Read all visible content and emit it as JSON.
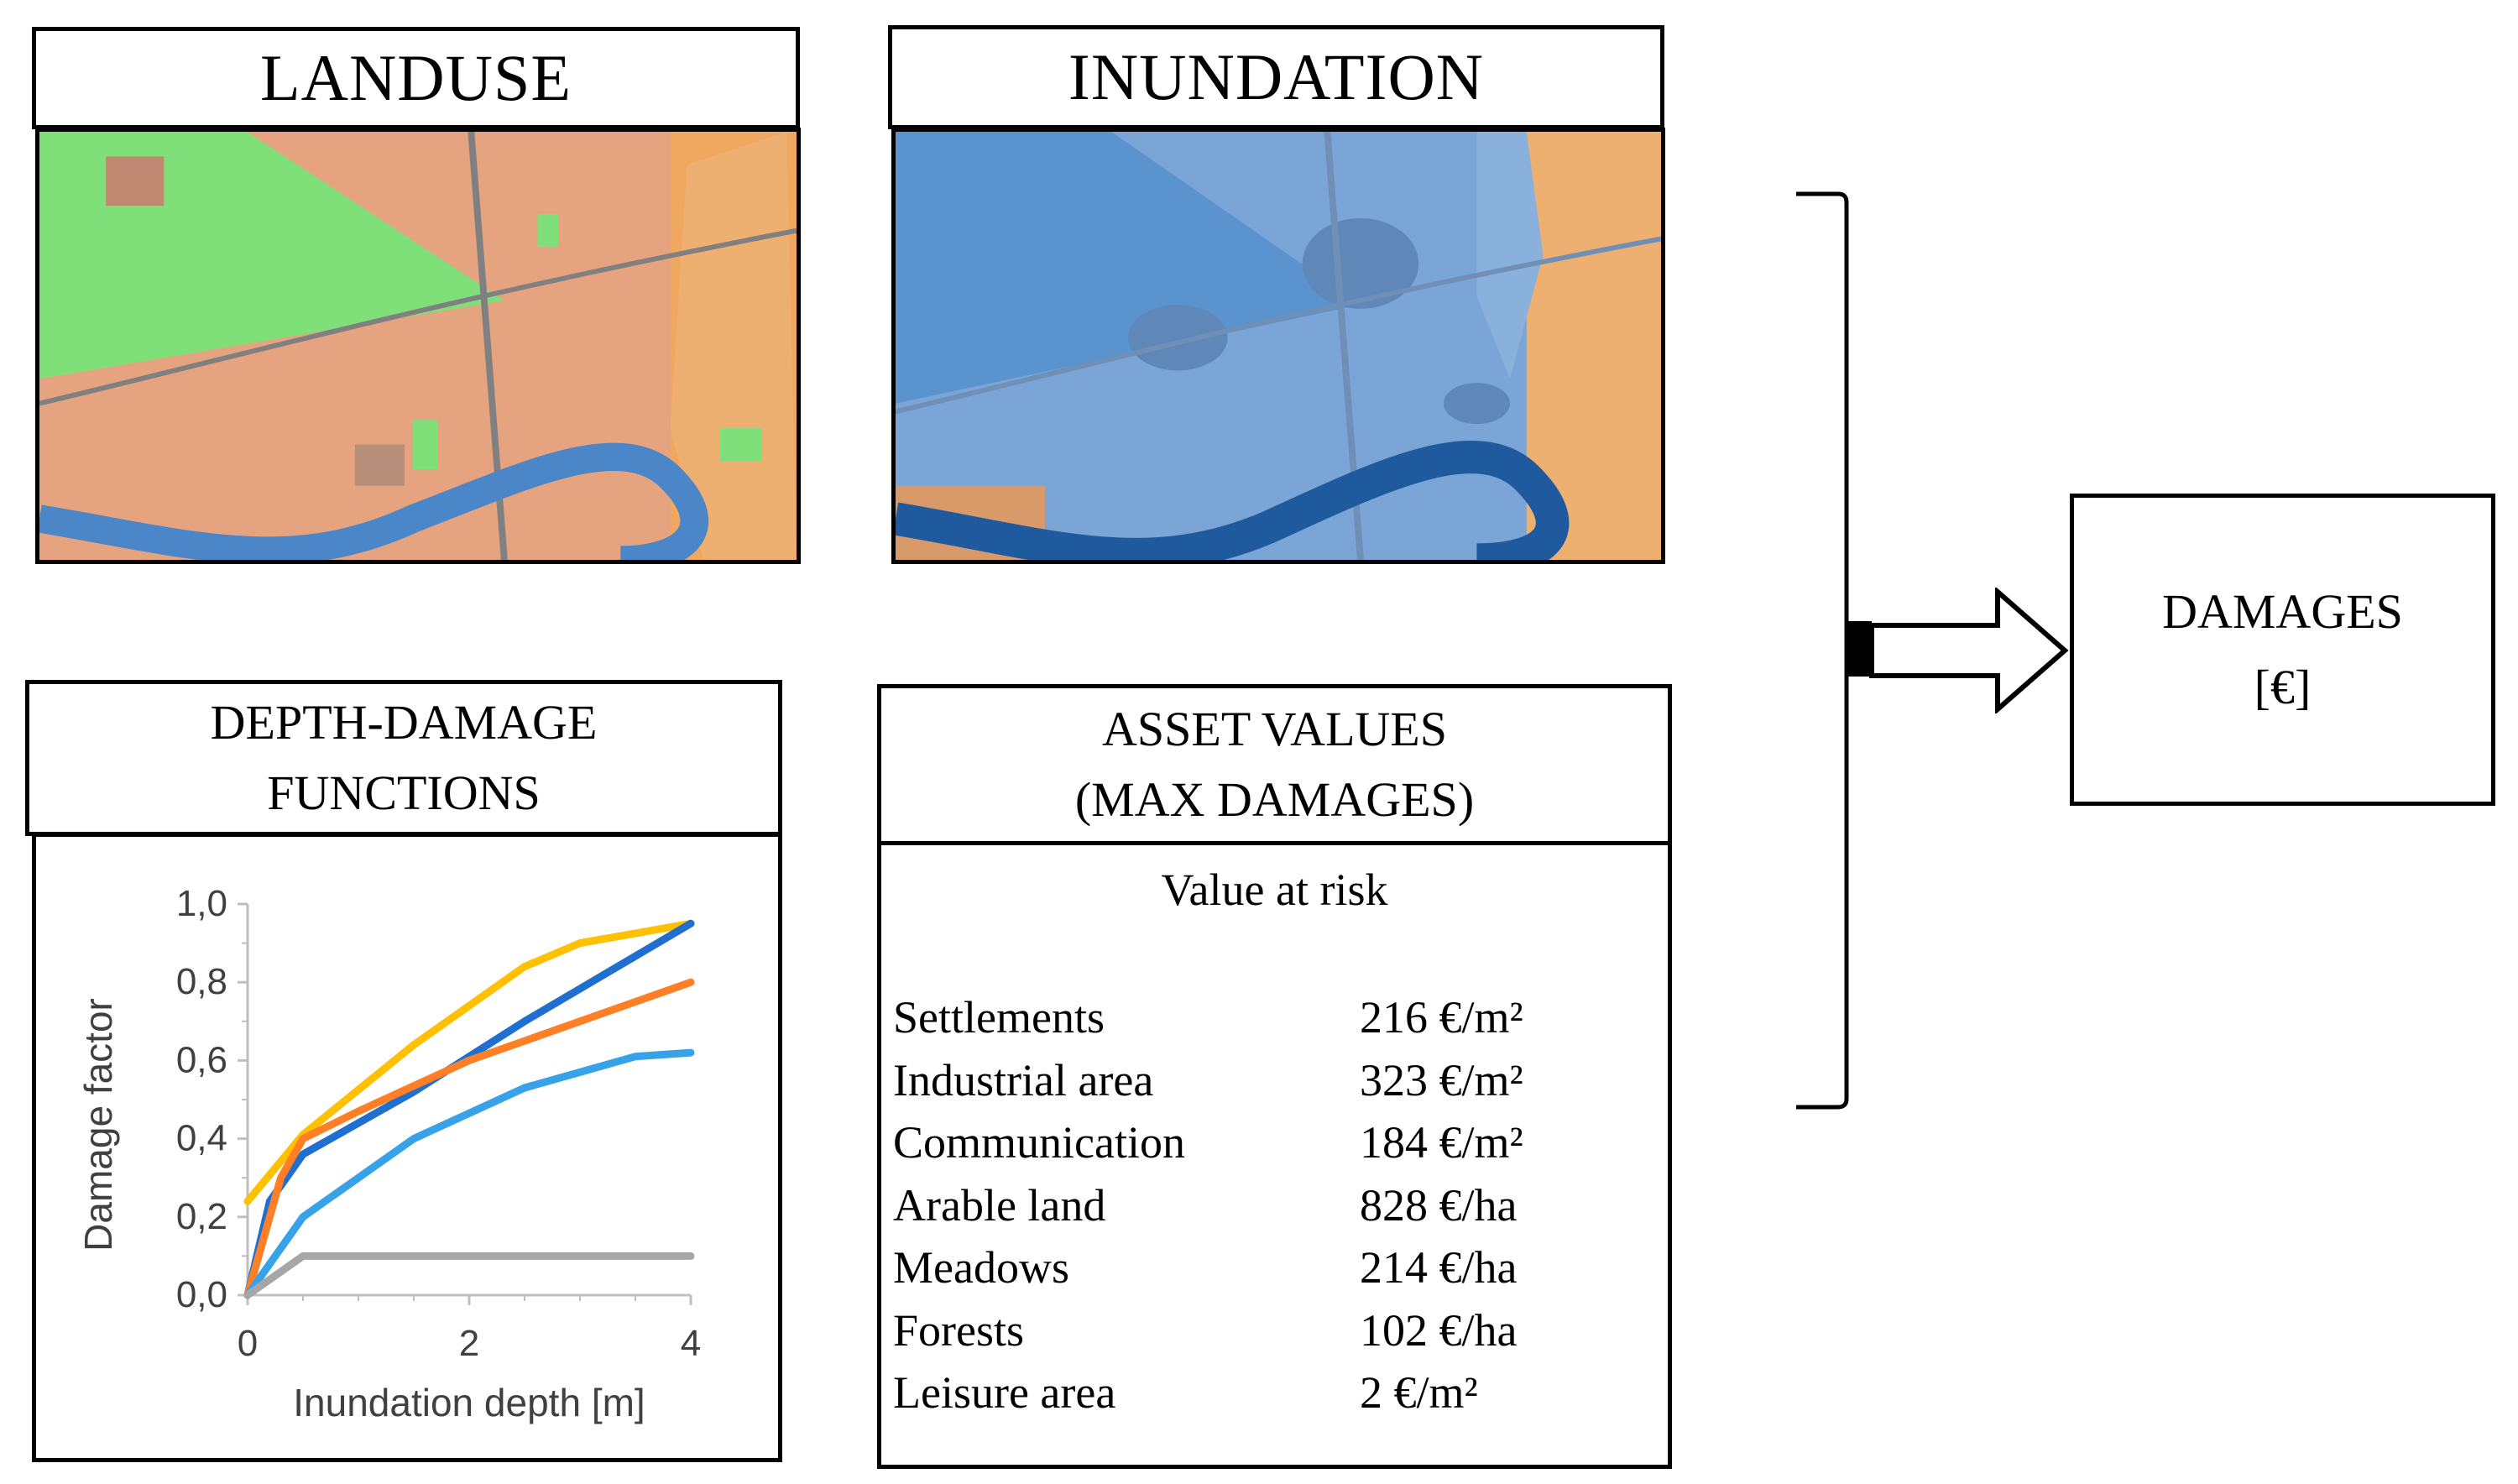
{
  "landuse": {
    "title": "LANDUSE"
  },
  "inundation": {
    "title": "INUNDATION"
  },
  "depth_damage": {
    "title_line1": "DEPTH-DAMAGE",
    "title_line2": "FUNCTIONS"
  },
  "assets": {
    "title_line1": "ASSET VALUES",
    "title_line2": "(MAX DAMAGES)",
    "subtitle": "Value at risk",
    "rows": [
      {
        "name": "Settlements",
        "value": "216 €/m²"
      },
      {
        "name": "Industrial area",
        "value": "323 €/m²"
      },
      {
        "name": "Communication",
        "value": "184 €/m²"
      },
      {
        "name": "Arable land",
        "value": "828 €/ha"
      },
      {
        "name": "Meadows",
        "value": "214 €/ha"
      },
      {
        "name": "Forests",
        "value": "102 €/ha"
      },
      {
        "name": "Leisure area",
        "value": "2 €/m²"
      }
    ]
  },
  "damages": {
    "line1": "DAMAGES",
    "line2": "[€]"
  },
  "colors": {
    "landuse_green": "#7fe07a",
    "landuse_orange": "#e6a37f",
    "inundation_blue": "#6a9bd0",
    "river": "#2f6fb8"
  },
  "chart_data": {
    "type": "line",
    "xlabel": "Inundation depth [m]",
    "ylabel": "Damage factor",
    "xlim": [
      0,
      4
    ],
    "ylim": [
      0,
      1
    ],
    "x_ticks": [
      "0",
      "2",
      "4"
    ],
    "y_ticks": [
      "0,0",
      "0,2",
      "0,4",
      "0,6",
      "0,8",
      "1,0"
    ],
    "grid": false,
    "series": [
      {
        "color": "#ffc000",
        "points": [
          [
            0,
            0.24
          ],
          [
            0.5,
            0.41
          ],
          [
            1.5,
            0.64
          ],
          [
            2.5,
            0.84
          ],
          [
            3,
            0.9
          ],
          [
            4,
            0.95
          ]
        ]
      },
      {
        "color": "#1f6fd0",
        "points": [
          [
            0,
            0.0
          ],
          [
            0.2,
            0.24
          ],
          [
            0.5,
            0.36
          ],
          [
            1.5,
            0.52
          ],
          [
            2.5,
            0.7
          ],
          [
            4,
            0.95
          ]
        ]
      },
      {
        "color": "#ff7f27",
        "points": [
          [
            0,
            0.0
          ],
          [
            0.3,
            0.3
          ],
          [
            0.5,
            0.4
          ],
          [
            1,
            0.47
          ],
          [
            2,
            0.6
          ],
          [
            4,
            0.8
          ]
        ]
      },
      {
        "color": "#38a2e8",
        "points": [
          [
            0,
            0.0
          ],
          [
            0.5,
            0.2
          ],
          [
            1.5,
            0.4
          ],
          [
            2.5,
            0.53
          ],
          [
            3.5,
            0.61
          ],
          [
            4,
            0.62
          ]
        ]
      },
      {
        "color": "#a6a6a6",
        "points": [
          [
            0,
            0.0
          ],
          [
            0.5,
            0.1
          ],
          [
            4,
            0.1
          ]
        ]
      }
    ]
  }
}
